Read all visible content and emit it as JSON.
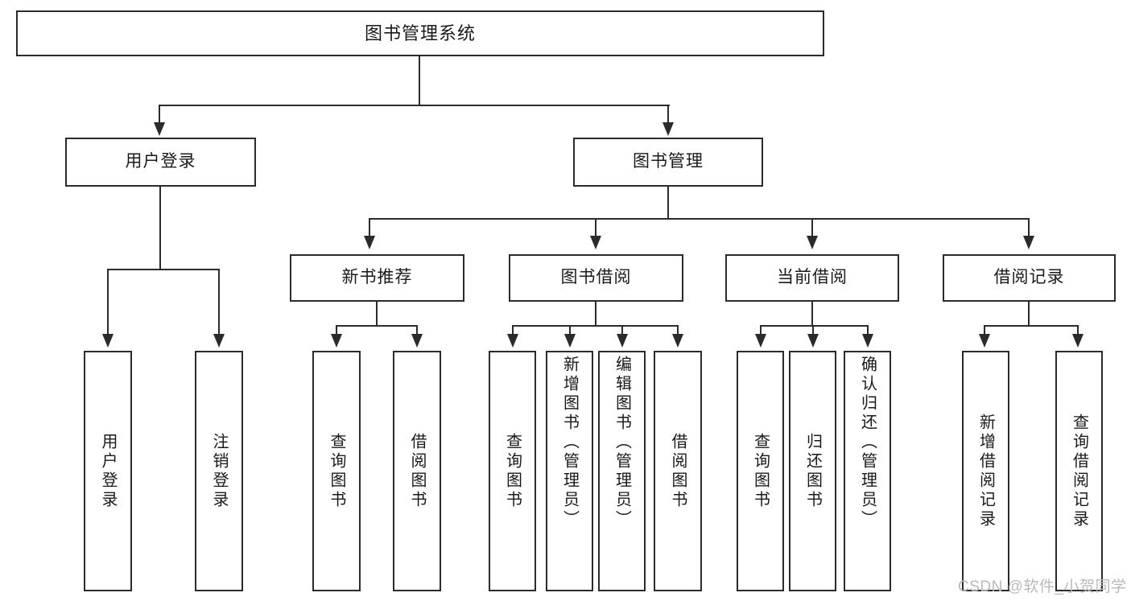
{
  "diagram": {
    "title": "图书管理系统",
    "type": "tree-hierarchy-chart",
    "watermark": "CSDN @软件_小贺同学",
    "accent_color": "#2b2b2b",
    "background_color": "#ffffff"
  },
  "nodes": {
    "root": {
      "label": "图书管理系统"
    },
    "level2": [
      {
        "label": "用户登录"
      },
      {
        "label": "图书管理"
      }
    ],
    "level3": [
      {
        "label": "新书推荐"
      },
      {
        "label": "图书借阅"
      },
      {
        "label": "当前借阅"
      },
      {
        "label": "借阅记录"
      }
    ],
    "leaves": {
      "user_login": [
        {
          "label": "用户登录"
        },
        {
          "label": "注销登录"
        }
      ],
      "new_book_recommend": [
        {
          "label": "查询图书"
        },
        {
          "label": "借阅图书"
        }
      ],
      "book_borrow": [
        {
          "label": "查询图书"
        },
        {
          "label": "新增图书（管理员）"
        },
        {
          "label": "编辑图书（管理员）"
        },
        {
          "label": "借阅图书"
        }
      ],
      "current_borrow": [
        {
          "label": "查询图书"
        },
        {
          "label": "归还图书"
        },
        {
          "label": "确认归还（管理员）"
        }
      ],
      "borrow_record": [
        {
          "label": "新增借阅记录"
        },
        {
          "label": "查询借阅记录"
        }
      ]
    }
  }
}
